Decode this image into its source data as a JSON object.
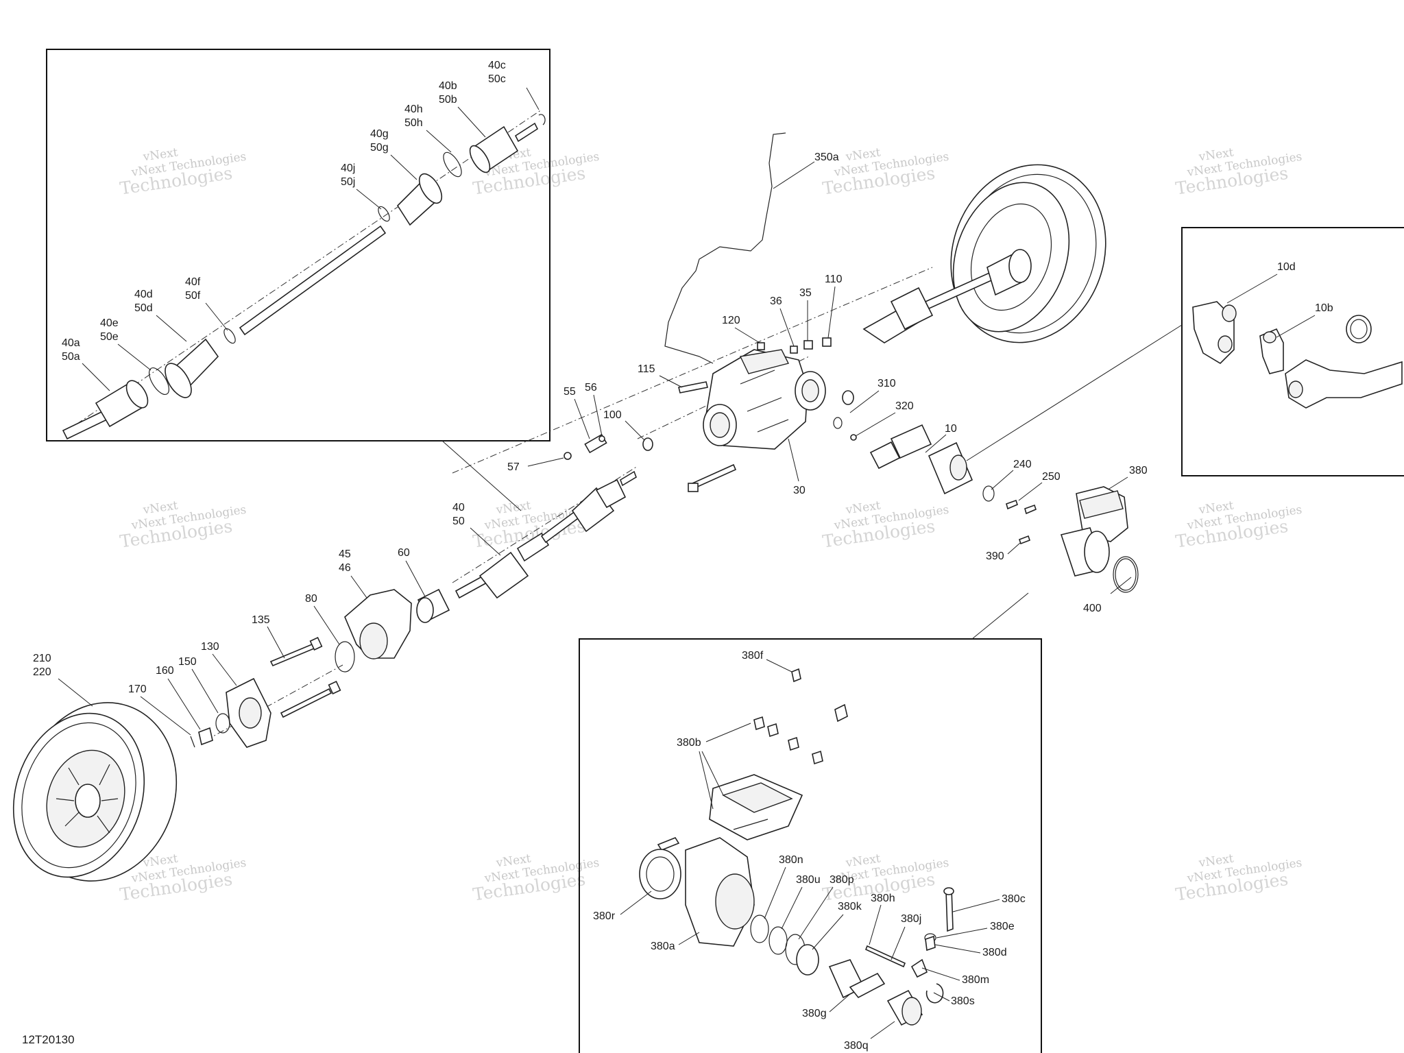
{
  "diagram_code": "12T20130",
  "watermark": {
    "line1": "vNext",
    "line2": "vNext Technologies",
    "line3": "Technologies"
  },
  "labels": {
    "l40c": "40c",
    "l50c": "50c",
    "l40b": "40b",
    "l50b": "50b",
    "l40h": "40h",
    "l50h": "50h",
    "l40g": "40g",
    "l50g": "50g",
    "l40j": "40j",
    "l50j": "50j",
    "l40f": "40f",
    "l50f": "50f",
    "l40d": "40d",
    "l50d": "50d",
    "l40e": "40e",
    "l50e": "50e",
    "l40a": "40a",
    "l50a": "50a",
    "l350a": "350a",
    "l10d": "10d",
    "l10b": "10b",
    "l120": "120",
    "l36": "36",
    "l35": "35",
    "l110": "110",
    "l115": "115",
    "l55": "55",
    "l56": "56",
    "l100": "100",
    "l57": "57",
    "l30": "30",
    "l310": "310",
    "l320": "320",
    "l10": "10",
    "l240": "240",
    "l250": "250",
    "l380": "380",
    "l390": "390",
    "l400": "400",
    "l40": "40",
    "l50": "50",
    "l45": "45",
    "l46": "46",
    "l60": "60",
    "l80": "80",
    "l135": "135",
    "l130": "130",
    "l150": "150",
    "l160": "160",
    "l170": "170",
    "l210": "210",
    "l220": "220",
    "l380f": "380f",
    "l380b": "380b",
    "l380n": "380n",
    "l380u": "380u",
    "l380p": "380p",
    "l380h": "380h",
    "l380c": "380c",
    "l380k": "380k",
    "l380j": "380j",
    "l380e": "380e",
    "l380d": "380d",
    "l380r": "380r",
    "l380a": "380a",
    "l380m": "380m",
    "l380s": "380s",
    "l380g": "380g",
    "l380q": "380q"
  }
}
